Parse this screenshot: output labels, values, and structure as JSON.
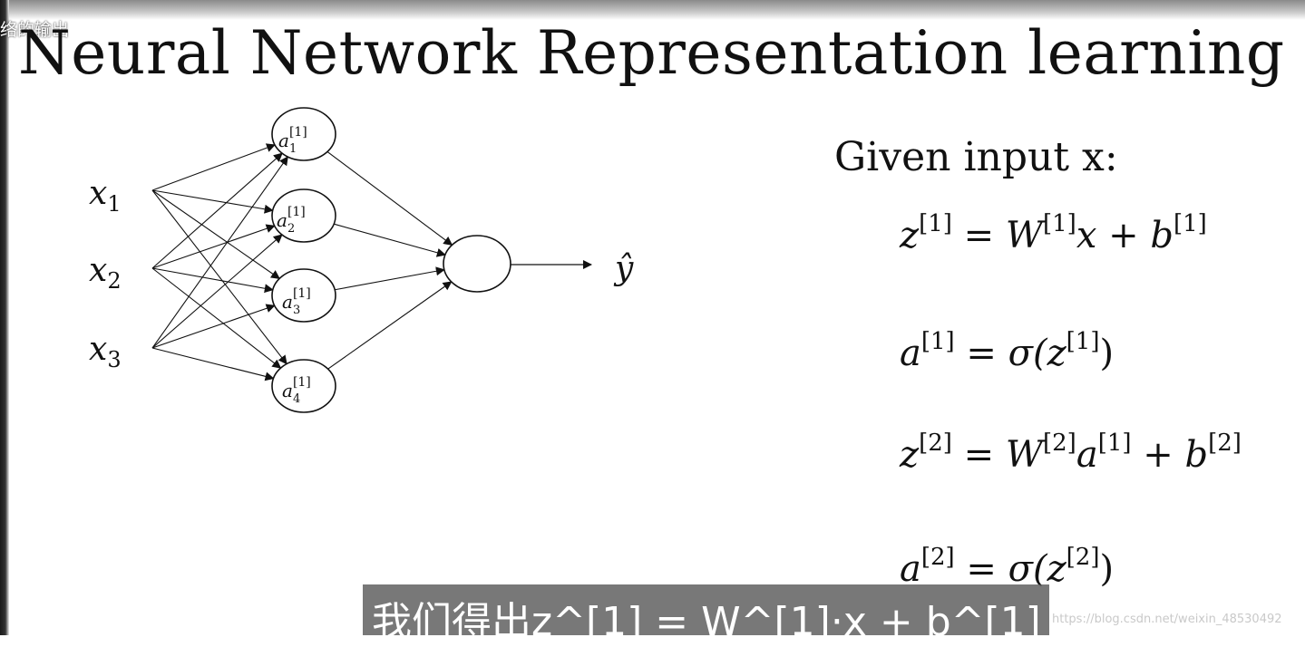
{
  "video": {
    "title": "络的输出"
  },
  "slide": {
    "title": "Neural Network Representation learning"
  },
  "network": {
    "inputs": [
      {
        "base": "x",
        "sub": "1"
      },
      {
        "base": "x",
        "sub": "2"
      },
      {
        "base": "x",
        "sub": "3"
      }
    ],
    "hidden": [
      {
        "base": "a",
        "sub": "1",
        "sup": "[1]"
      },
      {
        "base": "a",
        "sub": "2",
        "sup": "[1]"
      },
      {
        "base": "a",
        "sub": "3",
        "sup": "[1]"
      },
      {
        "base": "a",
        "sub": "4",
        "sup": "[1]"
      }
    ],
    "output_label": "ŷ"
  },
  "equations": {
    "given": "Given input x:",
    "eq1": {
      "l_base": "z",
      "l_sup": "[1]",
      "t1": "W",
      "t1_sup": "[1]",
      "t2": "x",
      "plus": "+",
      "t3": "b",
      "t3_sup": "[1]",
      "eq": "="
    },
    "eq2": {
      "l_base": "a",
      "l_sup": "[1]",
      "eq": "=",
      "sigma": "σ(",
      "arg": "z",
      "arg_sup": "[1]",
      "close": ")"
    },
    "eq3": {
      "l_base": "z",
      "l_sup": "[2]",
      "t1": "W",
      "t1_sup": "[2]",
      "t2": "a",
      "t2_sup": "[1]",
      "plus": "+",
      "t3": "b",
      "t3_sup": "[2]",
      "eq": "="
    },
    "eq4": {
      "l_base": "a",
      "l_sup": "[2]",
      "eq": "=",
      "sigma": "σ(",
      "arg": "z",
      "arg_sup": "[2]",
      "close": ")"
    }
  },
  "subtitle": {
    "text": "我们得出z^[1] = W^[1]·x + b^[1]"
  },
  "watermark": {
    "text": "https://blog.csdn.net/weixin_48530492"
  }
}
